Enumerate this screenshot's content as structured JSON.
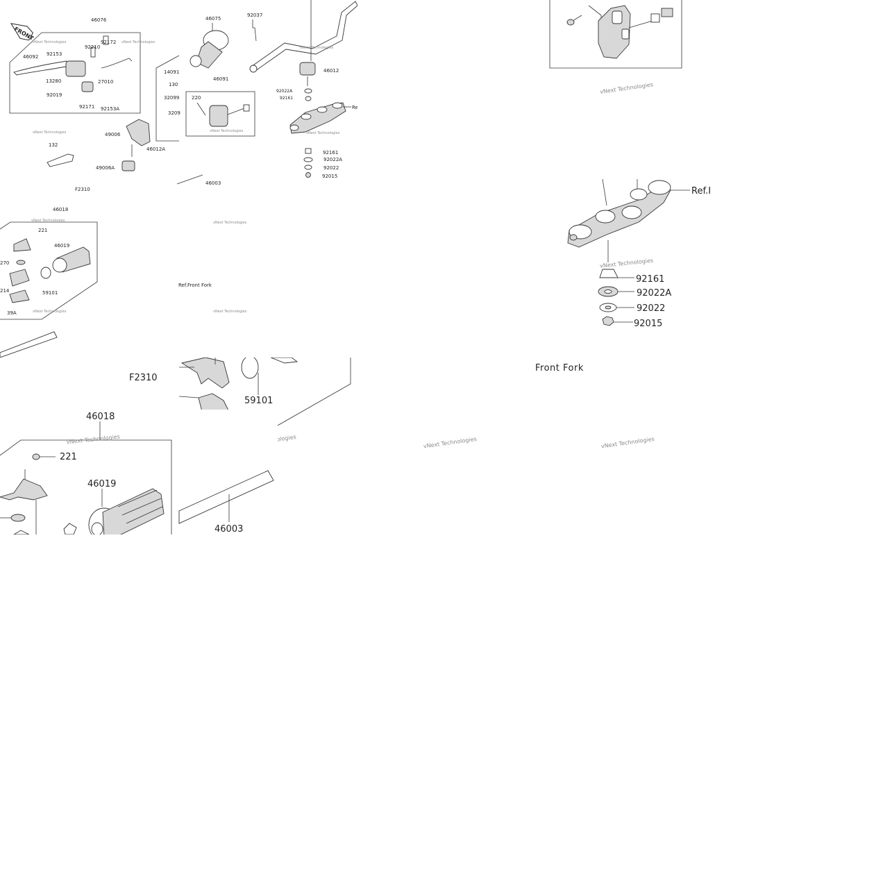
{
  "diagram": {
    "front_badge": "FRONT",
    "overview": {
      "group_labels": [
        "46076",
        "46075",
        "92037",
        "46091",
        "46018"
      ],
      "part_labels": [
        "46092",
        "92153",
        "92210",
        "92172",
        "27010",
        "13280",
        "92019",
        "92171",
        "92153A",
        "49006",
        "49006A",
        "46012A",
        "132",
        "46003",
        "46012",
        "92022A",
        "92161",
        "92161",
        "92022A",
        "92022",
        "92015",
        "220",
        "14091",
        "130",
        "32099",
        "3209",
        "221",
        "46019",
        "270",
        "59101",
        "39A",
        "214"
      ],
      "page_code": "F2310",
      "ref_partial": "Re",
      "ref_front_fork": "Ref.Front Fork",
      "watermark": "vNext Technologies"
    },
    "switch_zoom": {
      "watermark": "vNext Technologies"
    },
    "clamp_zoom": {
      "ref_label": "Ref.I",
      "parts": [
        "92161",
        "92022A",
        "92022",
        "92015"
      ],
      "watermark": "vNext Technologies"
    },
    "front_fork_label": "Front Fork",
    "bracket_zoom": {
      "page_code": "F2310",
      "parts": [
        "59101",
        "214"
      ],
      "watermark": "vNext Technologies"
    },
    "grip_zoom": {
      "group": "46018",
      "parts": [
        "221",
        "46019",
        "46003"
      ],
      "watermark": "vNext Technologies"
    },
    "bottom_watermarks": [
      "vNext Technologies",
      "vNext Technologies"
    ]
  }
}
